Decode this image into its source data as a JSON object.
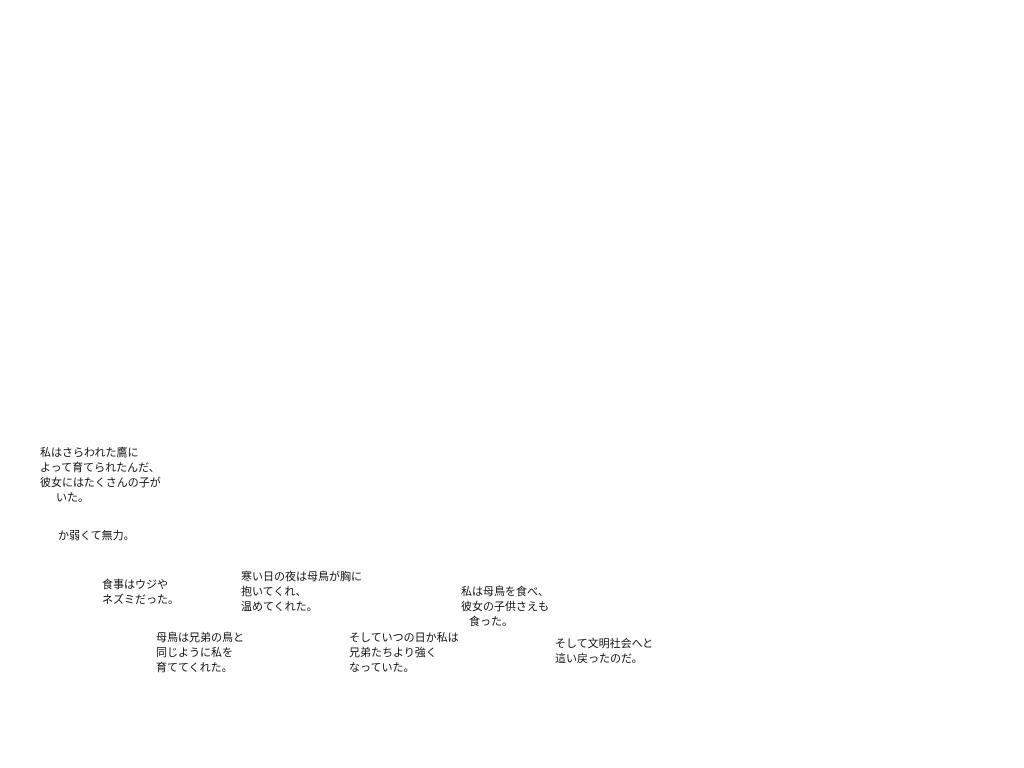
{
  "captions": [
    {
      "lines": [
        "私はさらわれた鷹に",
        "よって育てられたんだ、",
        "彼女にはたくさんの子が",
        "いた。"
      ]
    },
    {
      "lines": [
        "か弱くて無力。"
      ]
    },
    {
      "lines": [
        "食事はウジや",
        "ネズミだった。"
      ]
    },
    {
      "lines": [
        "寒い日の夜は母鳥が胸に",
        "抱いてくれ、",
        "温めてくれた。"
      ]
    },
    {
      "lines": [
        "私は母鳥を食べ、",
        "彼女の子供さえも",
        "食った。"
      ]
    },
    {
      "lines": [
        "母鳥は兄弟の鳥と",
        "同じように私を",
        "育ててくれた。"
      ]
    },
    {
      "lines": [
        "そしていつの日か私は",
        "兄弟たちより強く",
        "なっていた。"
      ]
    },
    {
      "lines": [
        "そして文明社会へと",
        "這い戻ったのだ。"
      ]
    }
  ]
}
